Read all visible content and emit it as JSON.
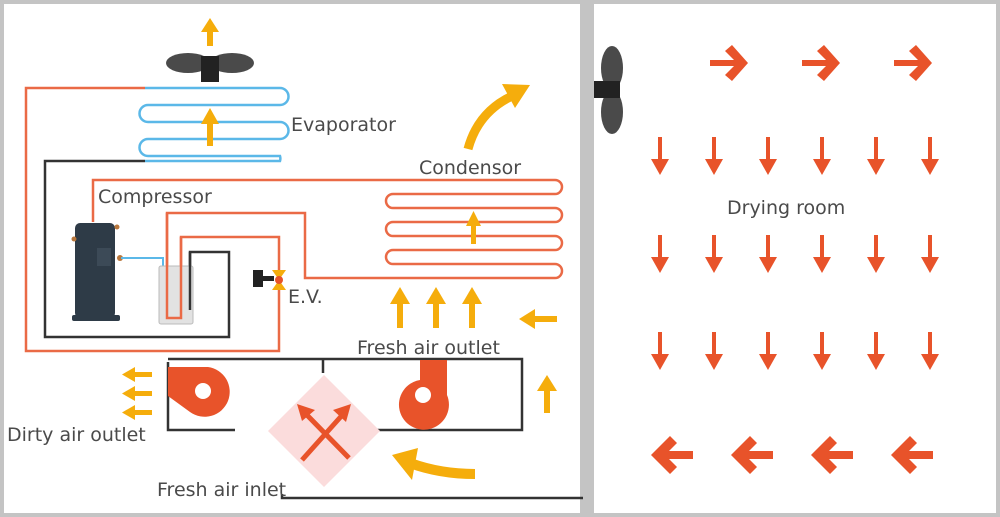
{
  "labels": {
    "evaporator": "Evaporator",
    "condensor": "Condensor",
    "compressor": "Compressor",
    "ev": "E.V.",
    "fresh_air_outlet": "Fresh air outlet",
    "dirty_air_outlet": "Dirty air outlet",
    "fresh_air_inlet": "Fresh air inlet",
    "drying_room": "Drying room"
  },
  "colors": {
    "refrigerant_hot": "#ea6a46",
    "refrigerant_cold": "#5bb8e8",
    "airflow_fresh": "#f5ad0c",
    "airflow_room": "#e8532a",
    "structure": "#333333",
    "heat_exchanger": "#fbdcdc",
    "fan": "#4a4a4a"
  },
  "drying_room": {
    "top_row_arrows": 3,
    "down_arrow_rows": 3,
    "down_arrows_per_row": 6,
    "bottom_row_arrows": 4
  }
}
